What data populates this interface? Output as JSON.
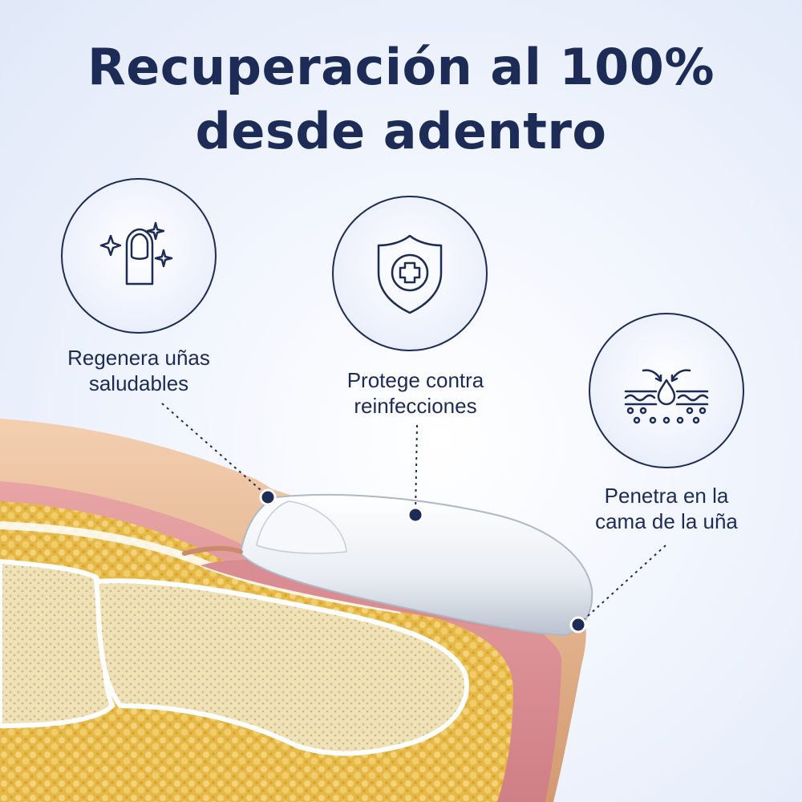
{
  "title": {
    "line1": "Recuperación al 100%",
    "line2": "desde adentro"
  },
  "features": [
    {
      "icon": "nail-sparkles-icon",
      "line1": "Regenera uñas",
      "line2": "saludables"
    },
    {
      "icon": "shield-plus-icon",
      "line1": "Protege contra",
      "line2": "reinfecciones"
    },
    {
      "icon": "skin-penetration-icon",
      "line1": "Penetra en la",
      "line2": "cama de la uña"
    }
  ],
  "colors": {
    "navy": "#1d2b57",
    "background": "#e8eefa",
    "skin": "#d7a57c",
    "fat": "#e9bf4a",
    "nail": "#e9edf3"
  }
}
